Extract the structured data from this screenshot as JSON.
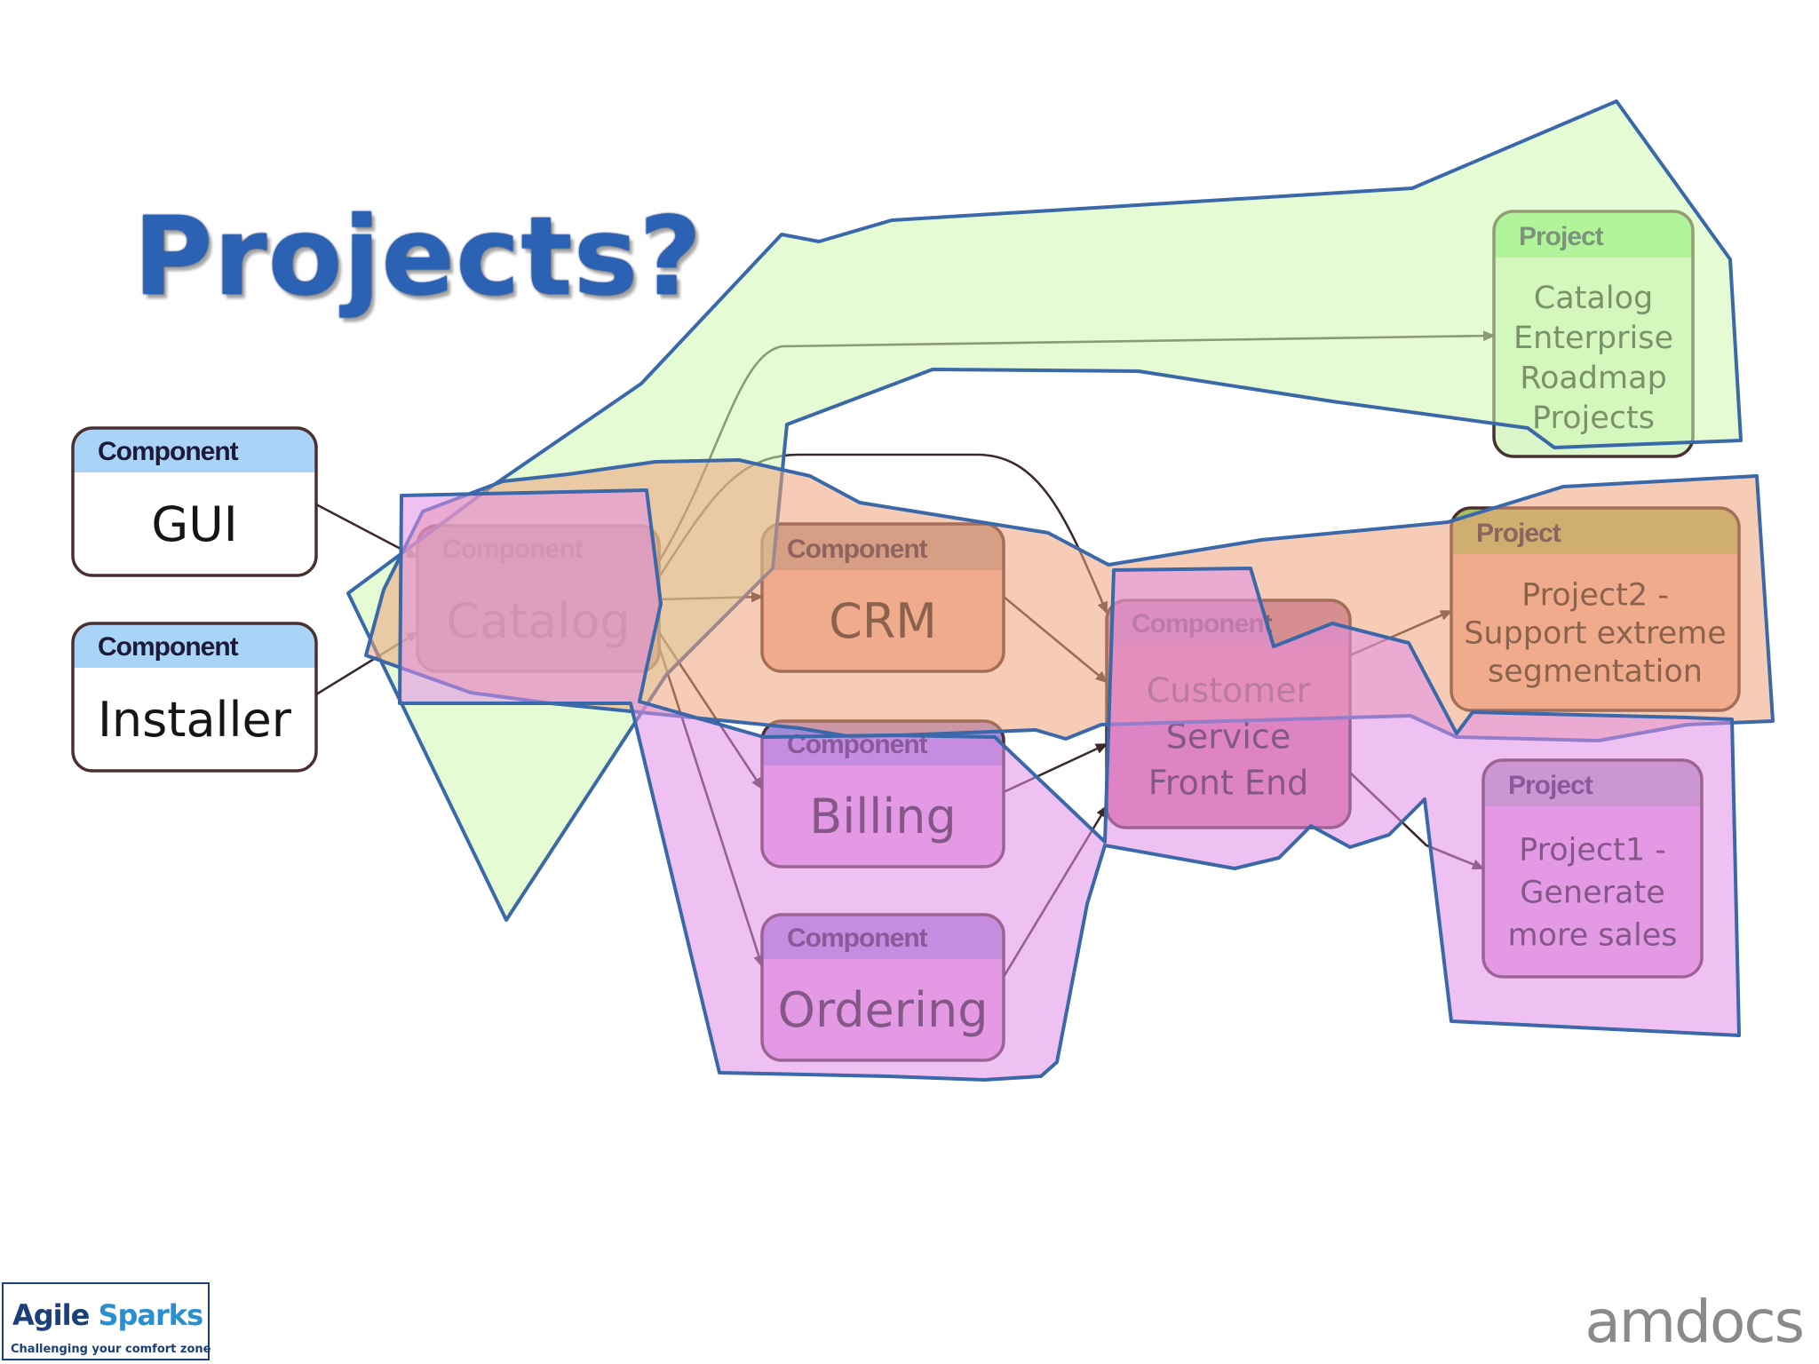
{
  "slide": {
    "title": "Projects?"
  },
  "nodes": [
    {
      "id": "gui",
      "header": "Component",
      "label_lines": [
        "GUI"
      ],
      "header_color": "#a9d4f7",
      "body_color": "#ffffff"
    },
    {
      "id": "installer",
      "header": "Component",
      "label_lines": [
        "Installer"
      ],
      "header_color": "#a9d4f7",
      "body_color": "#ffffff"
    },
    {
      "id": "catalog",
      "header": "Component",
      "label_lines": [
        "Catalog"
      ],
      "header_color": "#b87a8e",
      "body_color": "#c88b97"
    },
    {
      "id": "crm",
      "header": "Component",
      "label_lines": [
        "CRM"
      ],
      "header_color": "#b89a90",
      "body_color": "#efb7a1"
    },
    {
      "id": "billing",
      "header": "Component",
      "label_lines": [
        "Billing"
      ],
      "header_color": "#a38ad8",
      "body_color": "#e6a6e3"
    },
    {
      "id": "ordering",
      "header": "Component",
      "label_lines": [
        "Ordering"
      ],
      "header_color": "#a38ad8",
      "body_color": "#e6a6e3"
    },
    {
      "id": "csfe",
      "header": "Component",
      "label_lines": [
        "Customer",
        "Service",
        "Front End"
      ],
      "header_color": "#b877a8",
      "body_color": "#d9789b"
    },
    {
      "id": "proj_catalog",
      "header": "Project",
      "label_lines": [
        "Catalog",
        "Enterprise",
        "Roadmap",
        "Projects"
      ],
      "header_color": "#8ef07d",
      "body_color": "#d9f7c9"
    },
    {
      "id": "proj2",
      "header": "Project",
      "label_lines": [
        "Project2 -",
        "Support extreme",
        "segmentation"
      ],
      "header_color": "#a9bd62",
      "body_color": "#efb7a1"
    },
    {
      "id": "proj1",
      "header": "Project",
      "label_lines": [
        "Project1 -",
        "Generate",
        "more sales"
      ],
      "header_color": "#b29fbb",
      "body_color": "#e6a6e3"
    }
  ],
  "edges": [
    {
      "from": "gui",
      "to": "catalog"
    },
    {
      "from": "installer",
      "to": "catalog"
    },
    {
      "from": "catalog",
      "to": "crm"
    },
    {
      "from": "catalog",
      "to": "billing"
    },
    {
      "from": "catalog",
      "to": "ordering"
    },
    {
      "from": "catalog",
      "to": "proj_catalog"
    },
    {
      "from": "catalog",
      "to": "csfe"
    },
    {
      "from": "crm",
      "to": "csfe"
    },
    {
      "from": "billing",
      "to": "csfe"
    },
    {
      "from": "ordering",
      "to": "csfe"
    },
    {
      "from": "csfe",
      "to": "proj2"
    },
    {
      "from": "csfe",
      "to": "proj1"
    }
  ],
  "groups": [
    {
      "id": "green-region",
      "color": "#cdf7b0",
      "stroke": "#3a68a8"
    },
    {
      "id": "orange-region",
      "color": "#efa27c",
      "stroke": "#3a68a8"
    },
    {
      "id": "magenta-region",
      "color": "#e18ee8",
      "stroke": "#3a68a8"
    }
  ],
  "colors": {
    "edge": "#3a2a2a",
    "node_border": "#4a3030",
    "title": "#2c62b4"
  },
  "logos": {
    "left_brand_a": "Agile",
    "left_brand_b": "Sparks",
    "left_tagline": "Challenging your comfort zone",
    "right_brand": "amdocs"
  }
}
